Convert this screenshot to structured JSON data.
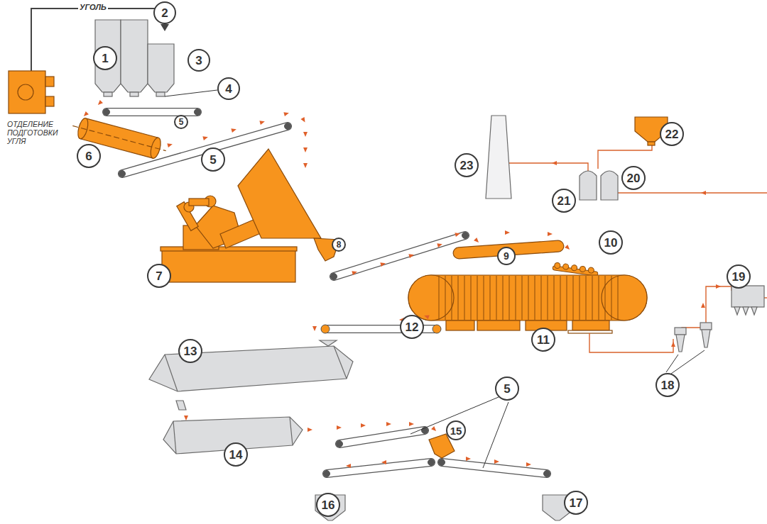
{
  "diagram": {
    "nodes": [
      {
        "text": [
          "2"
        ]
      },
      {
        "text": [
          "1"
        ]
      },
      {
        "text": [
          "3"
        ]
      },
      {
        "text": [
          "4"
        ]
      },
      {
        "text": [
          "5"
        ]
      },
      {
        "text": [
          "6"
        ]
      },
      {
        "text": [
          "5"
        ]
      },
      {
        "text": [
          "22"
        ]
      },
      {
        "text": [
          "23"
        ]
      },
      {
        "text": [
          "21"
        ]
      },
      {
        "text": [
          "20"
        ]
      },
      {
        "text": [
          "8"
        ]
      },
      {
        "text": [
          "10"
        ]
      },
      {
        "text": [
          "9"
        ]
      },
      {
        "text": [
          "7"
        ]
      },
      {
        "text": [
          "19"
        ]
      },
      {
        "text": [
          "12"
        ]
      },
      {
        "text": [
          "11"
        ]
      },
      {
        "text": [
          "13"
        ]
      },
      {
        "text": [
          "18"
        ]
      },
      {
        "text": [
          "5"
        ]
      },
      {
        "text": [
          "15"
        ]
      },
      {
        "text": [
          "14"
        ]
      },
      {
        "text": [
          "17"
        ]
      },
      {
        "text": [
          "16"
        ]
      }
    ],
    "labels": [
      "УГОЛЬ",
      "ОТДЕЛЕНИЕ ПОДГОТОВКИ УГЛЯ"
    ]
  }
}
